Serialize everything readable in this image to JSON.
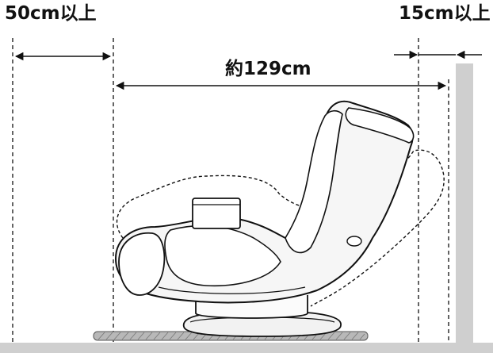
{
  "diagram": {
    "labels": {
      "left_clearance": "50cm以上",
      "right_clearance": "15cm以上",
      "chair_width": "約129cm"
    },
    "colors": {
      "wall": "#cfcfcf",
      "line": "#111111",
      "mat": "#999999"
    }
  }
}
